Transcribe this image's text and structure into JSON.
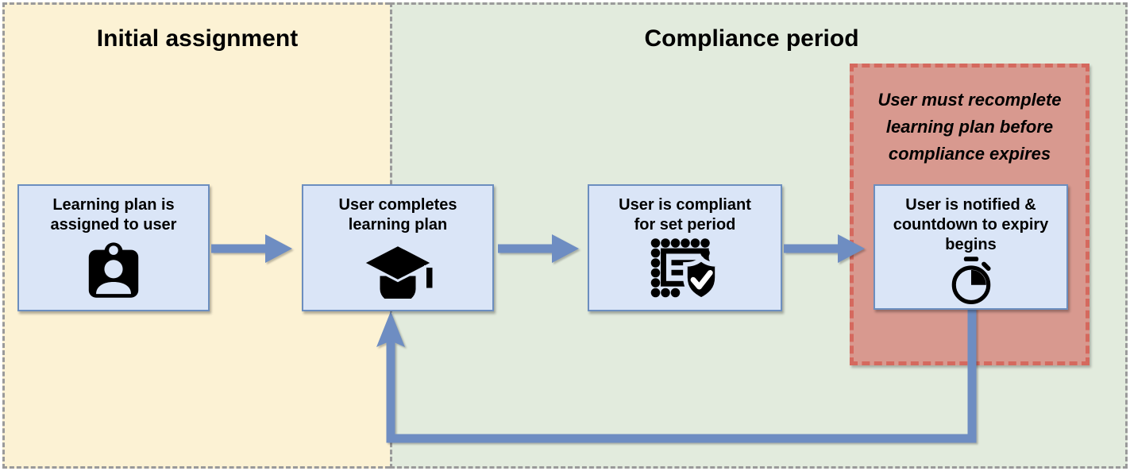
{
  "regions": {
    "initial": {
      "title": "Initial assignment"
    },
    "compliance": {
      "title": "Compliance period"
    }
  },
  "nodes": {
    "assigned": {
      "label": "Learning plan is assigned to user",
      "icon": "id-badge-user-icon"
    },
    "completes": {
      "label": "User completes learning plan",
      "icon": "graduation-cap-icon"
    },
    "compliant": {
      "label": "User is compliant for set period",
      "icon": "certificate-shield-check-icon"
    },
    "notified": {
      "label": "User is notified & countdown to expiry begins",
      "icon": "countdown-timer-icon"
    }
  },
  "callout": {
    "text": "User must recomplete learning plan before compliance expires"
  },
  "colors": {
    "initial_region_bg": "#FCF2D4",
    "compliance_region_bg": "#E2EBDD",
    "region_border": "#9A9A9A",
    "node_fill": "#DAE5F7",
    "node_border": "#6C8EBF",
    "callout_fill": "#D8998F",
    "callout_border": "#D5695E",
    "arrow": "#6E8DC2"
  }
}
